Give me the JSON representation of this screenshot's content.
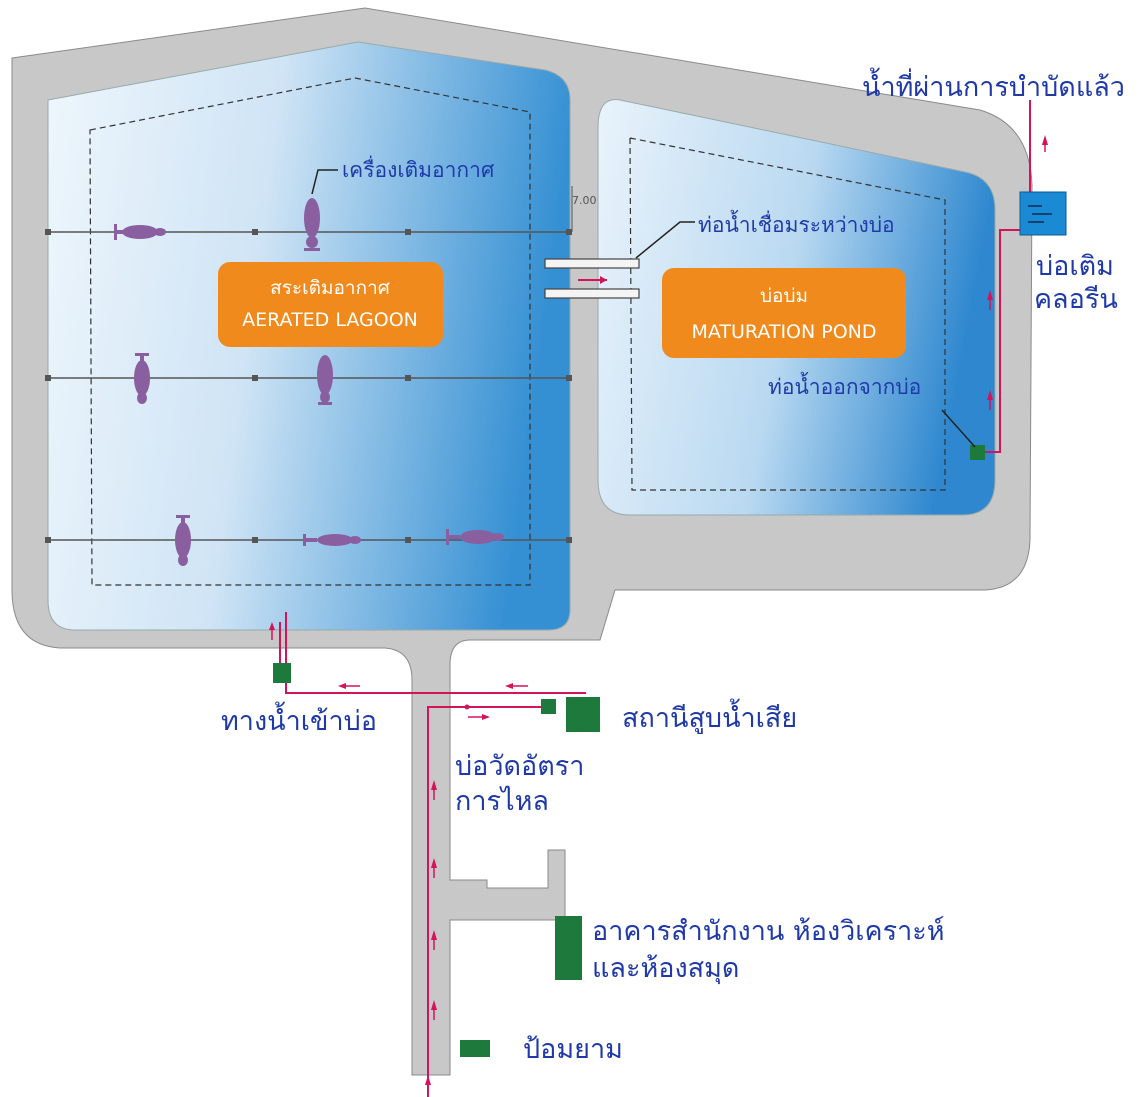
{
  "labels": {
    "aerator": "เครื่องเติมอากาศ",
    "connecting_pipe": "ท่อน้ำเชื่อมระหว่างบ่อ",
    "treated_water": "น้ำที่ผ่านการบำบัดแล้ว",
    "chlorine_line1": "บ่อเติม",
    "chlorine_line2": "คลอรีน",
    "outlet_pipe": "ท่อน้ำออกจากบ่อ",
    "inlet": "ทางน้ำเข้าบ่อ",
    "pump_station": "สถานีสูบน้ำเสีย",
    "flow_meter_line1": "บ่อวัดอัตรา",
    "flow_meter_line2": "การไหล",
    "office_line1": "อาคารสำนักงาน ห้องวิเคราะห์",
    "office_line2": "และห้องสมุด",
    "guard_house": "ป้อมยาม",
    "dimension": "7.00"
  },
  "ponds": {
    "aerated": {
      "thai": "สระเติมอากาศ",
      "english": "AERATED LAGOON"
    },
    "maturation": {
      "thai": "บ่อบ่ม",
      "english": "MATURATION POND"
    }
  },
  "colors": {
    "embankment": "#c8c8c8",
    "water_dark": "#2d86cf",
    "water_light": "#e8f3fb",
    "pond_label_box": "#f08a1c",
    "facility": "#1e7a3c",
    "chlorine_tank": "#1a8ad4",
    "pipe": "#d4145a",
    "label_text": "#1f3aa8",
    "aerator": "#8a5fa0"
  },
  "icons": [
    "aerator-icon",
    "flow-arrow-icon"
  ]
}
